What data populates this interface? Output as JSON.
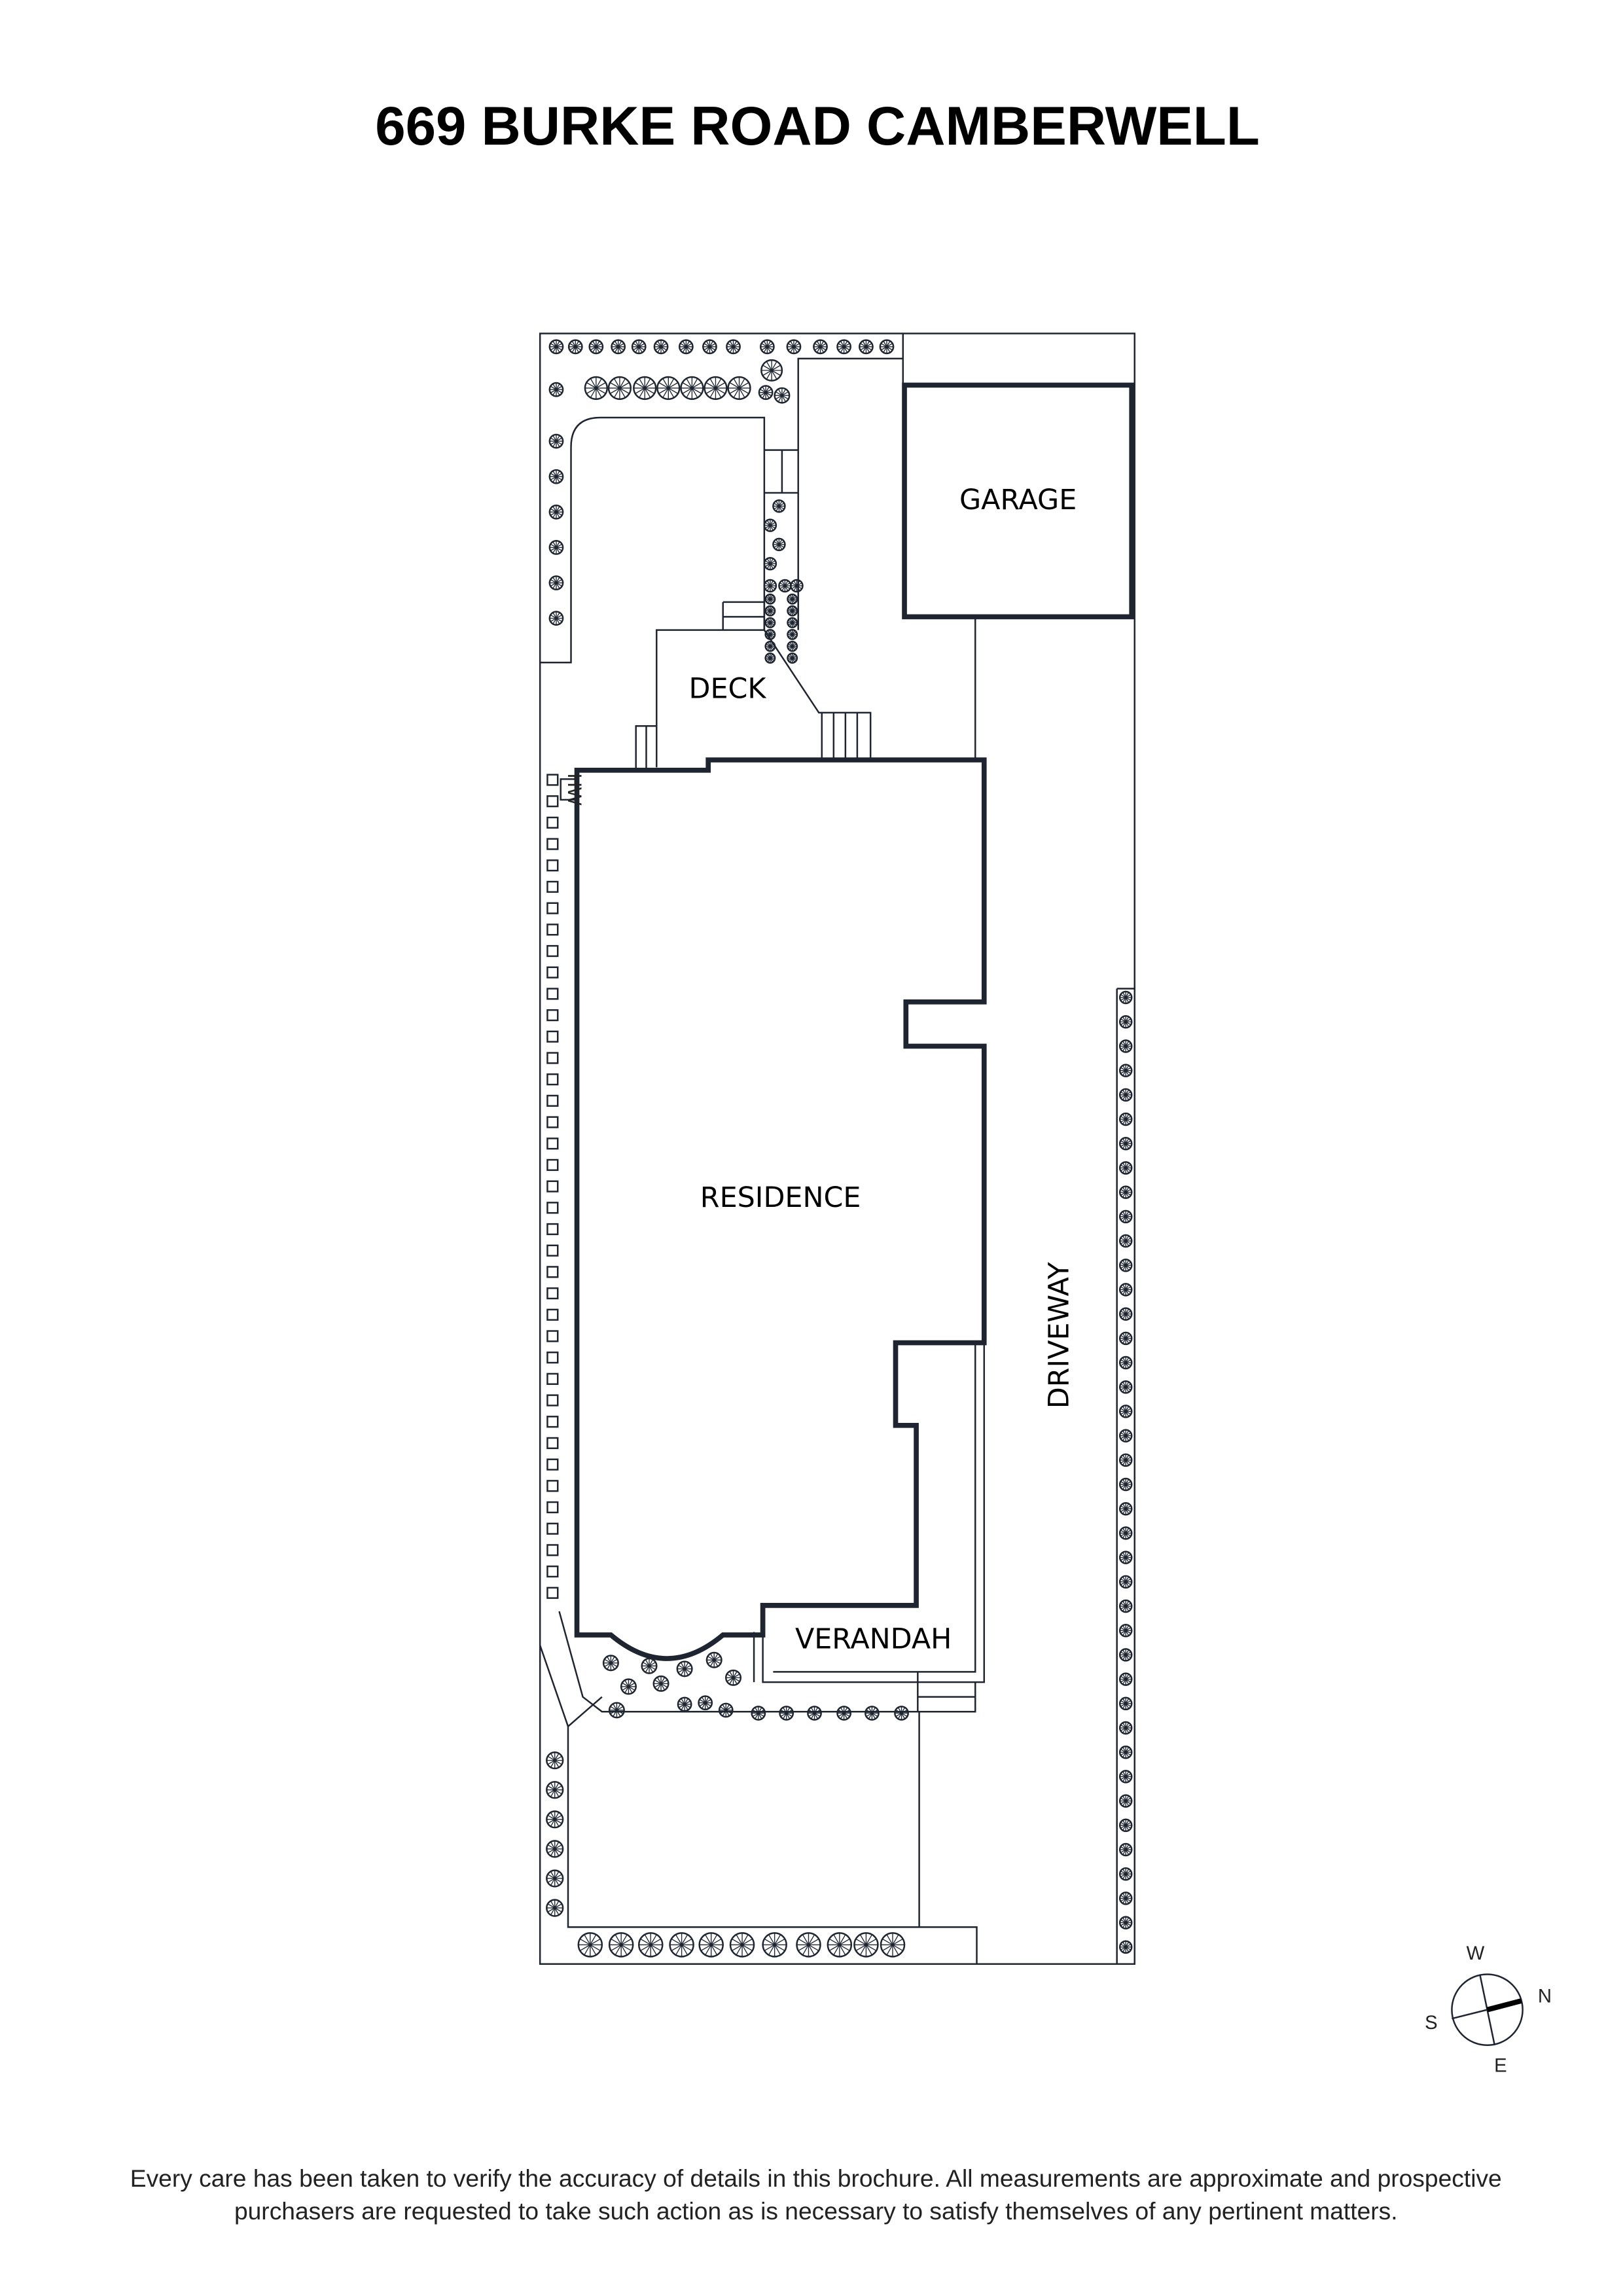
{
  "title": "669 BURKE ROAD CAMBERWELL",
  "labels": {
    "garage": "GARAGE",
    "deck": "DECK",
    "residence": "RESIDENCE",
    "verandah": "VERANDAH",
    "driveway": "DRIVEWAY",
    "hot_water": "HW"
  },
  "compass": {
    "north": "N",
    "south": "S",
    "east": "E",
    "west": "W"
  },
  "disclaimer": {
    "line1": "Every care has been taken to verify the accuracy of details in this brochure. All measurements are approximate and prospective",
    "line2": "purchasers are requested to take such action as is necessary to satisfy themselves of any pertinent matters."
  },
  "colors": {
    "line": "#1f2530",
    "text": "#000000"
  }
}
